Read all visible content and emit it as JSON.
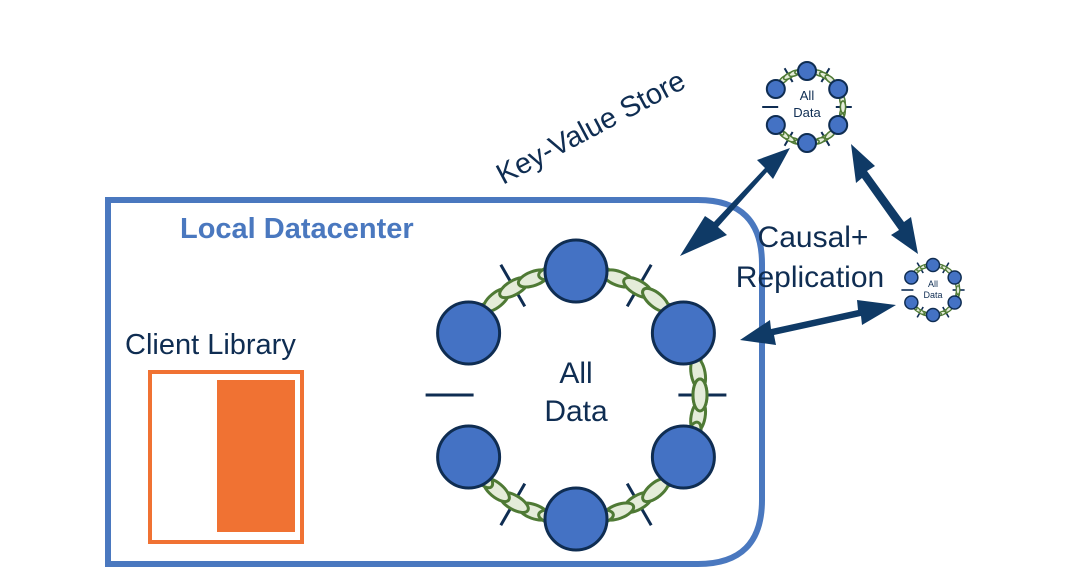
{
  "labels": {
    "kv_store": "Key-Value Store",
    "local_datacenter": "Local Datacenter",
    "client_library": "Client Library",
    "main_ring_line1": "All",
    "main_ring_line2": "Data",
    "top_ring_line1": "All",
    "top_ring_line2": "Data",
    "right_ring_line1": "All",
    "right_ring_line2": "Data",
    "causal_line1": "Causal+",
    "causal_line2": "Replication"
  },
  "colors": {
    "datacenter_border": "#4a78bf",
    "datacenter_title": "#4a78bf",
    "node_fill": "#4472c4",
    "node_stroke": "#0f2d52",
    "chain_fill": "#e4ecd9",
    "chain_stroke": "#4f7a35",
    "text_dark": "#0f2d52",
    "arrow": "#0f3a66",
    "client_orange": "#f07233"
  }
}
